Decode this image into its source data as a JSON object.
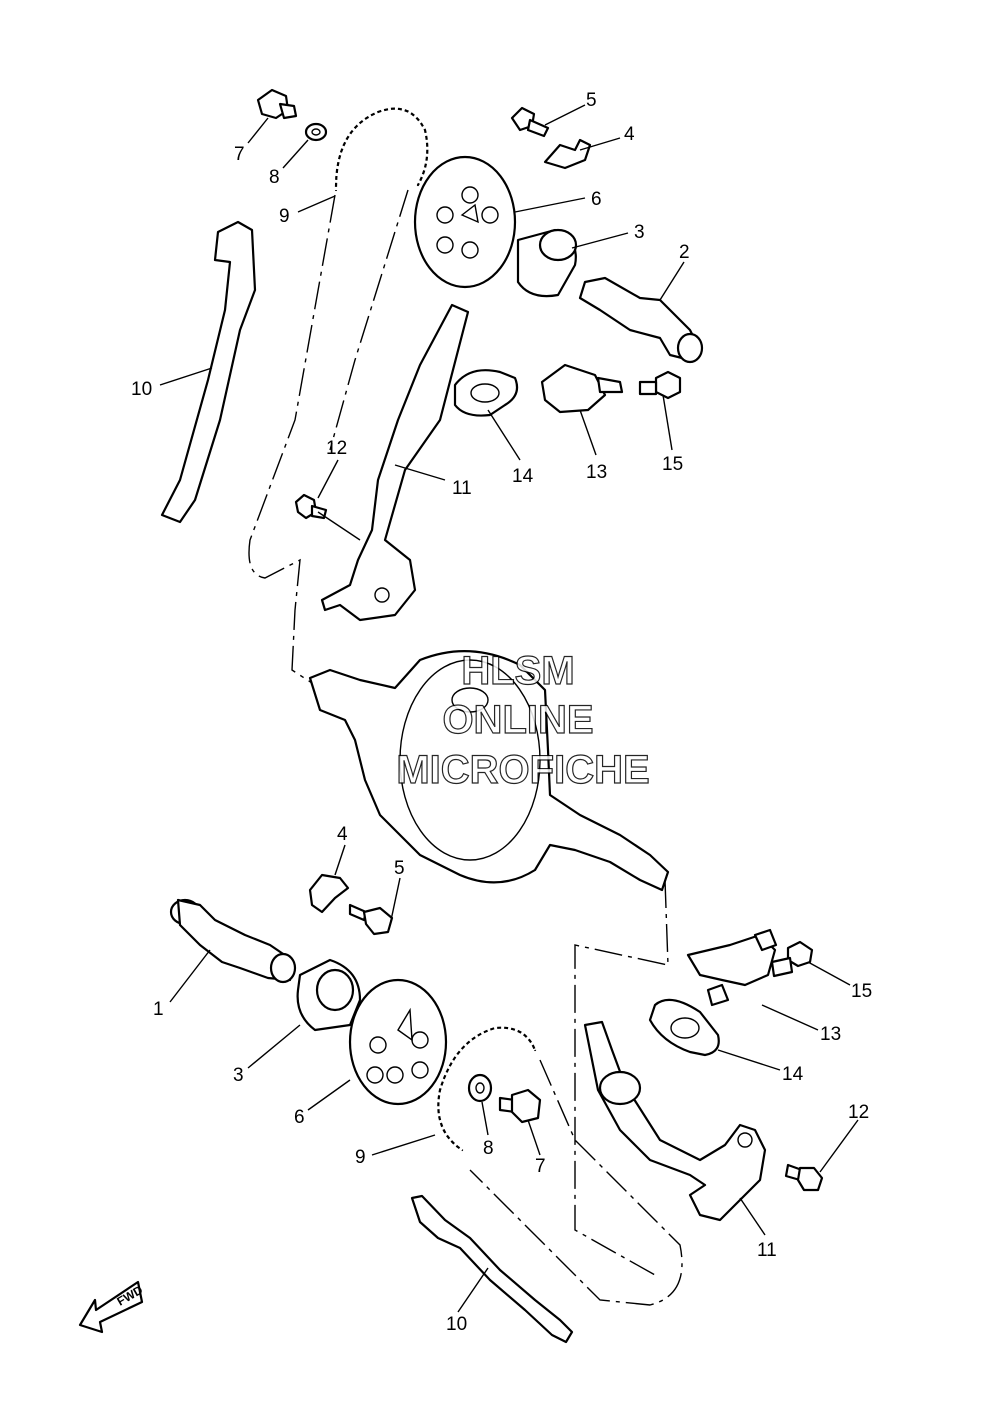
{
  "labels": {
    "p7_top": "7",
    "p8_top": "8",
    "p9_top": "9",
    "p5_top": "5",
    "p4_top": "4",
    "p6_top": "6",
    "p3_top": "3",
    "p2": "2",
    "p10_top": "10",
    "p12_top": "12",
    "p11_top": "11",
    "p14_top": "14",
    "p13_top": "13",
    "p15_top": "15",
    "p4_bot": "4",
    "p5_bot": "5",
    "p1": "1",
    "p3_bot": "3",
    "p6_bot": "6",
    "p9_bot": "9",
    "p8_bot": "8",
    "p7_bot": "7",
    "p15_bot": "15",
    "p13_bot": "13",
    "p14_bot": "14",
    "p12_bot": "12",
    "p11_bot": "11",
    "p10_bot": "10"
  },
  "watermark": {
    "line1": "HLSM",
    "line2": "ONLINE",
    "line3": "MICROFICHE"
  },
  "fwd_label": "FWD"
}
